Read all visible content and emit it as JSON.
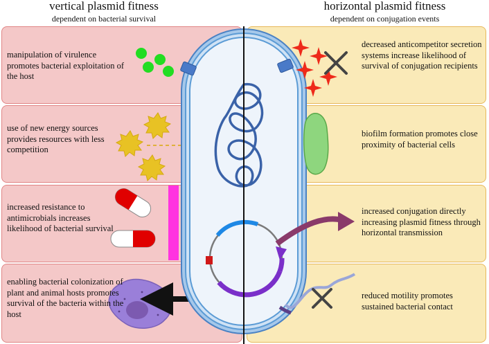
{
  "header": {
    "left_title": "vertical plasmid fitness",
    "left_subtitle": "dependent on bacterial survival",
    "right_title": "horizontal plasmid fitness",
    "right_subtitle": "dependent on conjugation events"
  },
  "left_panels": [
    {
      "text": "manipulation of virulence promotes bacterial exploitation of the host",
      "icon": "virulence-factors-icon"
    },
    {
      "text": "use of new energy sources provides resources with less competition",
      "icon": "sun-energy-icon"
    },
    {
      "text": "increased resistance to antimicrobials increases likelihood of bacterial survival",
      "icon": "antibiotic-capsule-icon"
    },
    {
      "text": "enabling bacterial colonization of plant and animal hosts promotes survival of the bacteria within the host",
      "icon": "host-cell-icon"
    }
  ],
  "right_panels": [
    {
      "text": "decreased anticompetitor secretion systems increase likelihood of survival of conjugation recipients",
      "icon": "anticompetitor-stars-icon"
    },
    {
      "text": "biofilm formation promotes close proximity of bacterial cells",
      "icon": "biofilm-icon"
    },
    {
      "text": "increased conjugation directly increasing plasmid fitness through horizontal transmission",
      "icon": "conjugation-arrow-icon"
    },
    {
      "text": "reduced motility promotes sustained bacterial contact",
      "icon": "flagellum-icon"
    }
  ],
  "colors": {
    "left_panel_fill": "#f4c8c8",
    "left_panel_border": "#e08484",
    "right_panel_fill": "#faeab8",
    "right_panel_border": "#e7b85a",
    "cell_membrane": "#5b9bd5",
    "chromosome": "#3a62a8",
    "plasmid_arc": "#7a2fc9",
    "conjugation_arrow": "#8a3a6a"
  }
}
